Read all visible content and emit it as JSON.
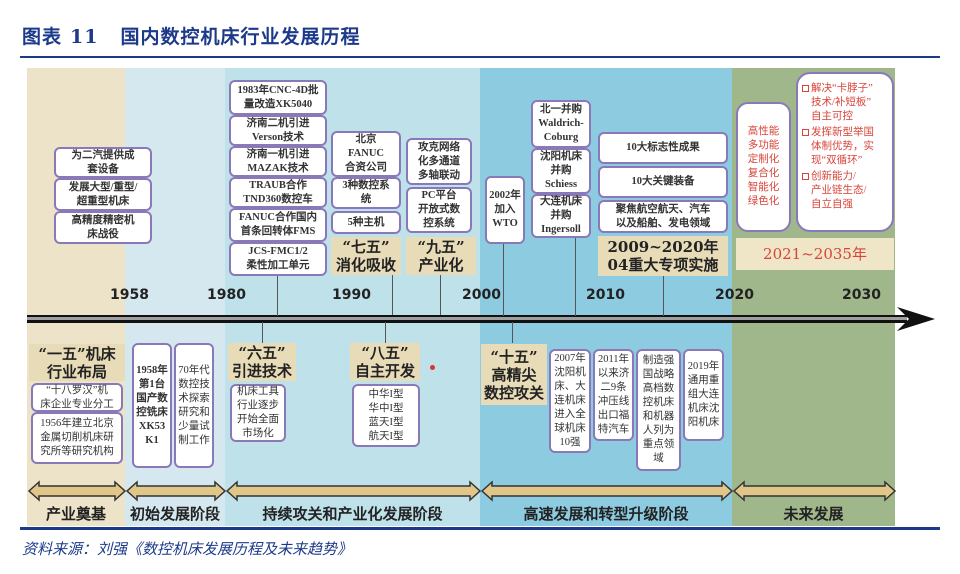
{
  "title": {
    "prefix": "图表",
    "number": "11",
    "text": "国内数控机床行业发展历程"
  },
  "source": "资料来源：刘强《数控机床发展历程及未来趋势》",
  "colors": {
    "title": "#1d3a8a",
    "band1": "#ede3c9",
    "band2": "#d6e8ef",
    "band3": "#bfe1ea",
    "band4": "#8dcbe0",
    "band5": "#9fb78b",
    "box_border": "#8a79b8",
    "label_bg": "#e8dcb8",
    "red_text": "#d9443a"
  },
  "years": [
    "1958",
    "1980",
    "1990",
    "2000",
    "2010",
    "2020",
    "2030"
  ],
  "top": {
    "group_1950s": [
      "为二汽提供成\n套设备",
      "发展大型/重型/\n超重型机床",
      "高精度精密机\n床战役"
    ],
    "group_1980s": [
      "1983年CNC-4D批\n量改造XK5040",
      "济南二机引进\nVerson技术",
      "济南一机引进\nMAZAK技术",
      "TRAUB合作\nTND360数控车",
      "FANUC合作国内\n首条回转体FMS",
      "JCS-FMC1/2\n柔性加工单元"
    ],
    "qiwu": {
      "items": [
        "北京\nFANUC\n合资公司",
        "3种数控系\n统",
        "5种主机"
      ],
      "label": "“七五”\n消化吸收"
    },
    "jiuwu": {
      "items": [
        "攻克网络\n化多通道\n多轴联动",
        "PC平台\n开放式数\n控系统"
      ],
      "label": "“九五”\n产业化"
    },
    "wto": "2002年\n加入\nWTO",
    "mergers": [
      "北一并购\nWaldrich-\nCoburg",
      "沈阳机床\n并购\nSchiess",
      "大连机床\n并购\nIngersoll"
    ],
    "special": {
      "items": [
        "10大标志性成果",
        "10大关键装备",
        "聚焦航空航天、汽车\n以及船舶、发电领域"
      ],
      "label": "2009~2020年\n04重大专项实施"
    },
    "future": {
      "traits": "高性能\n多功能\n定制化\n复合化\n智能化\n绿色化",
      "goals": [
        "解决“卡脖子”\n技术/补短板”\n自主可控",
        "发挥新型举国\n体制优势，实\n现“双循环”",
        "创新能力/\n产业链生态/\n自立自强"
      ],
      "label": "2021~2035年"
    }
  },
  "bottom": {
    "yiwu": {
      "label": "“一五”机床\n行业布局",
      "items": [
        "“十八罗汉”机\n床企业专业分工",
        "1956年建立北京\n金属切削机床研\n究所等研究机构"
      ]
    },
    "box_1958": "1958年\n第1台\n国产数\n控铣床\nXK53\nK1",
    "box_70s": "70年代\n数控技\n术探索\n研究和\n少量试\n制工作",
    "liuwu": {
      "label": "“六五”\n引进技术",
      "item": "机床工具\n行业逐步\n开始全面\n市场化"
    },
    "bawu": {
      "label": "“八五”\n自主开发",
      "item": "中华I型\n华中I型\n蓝天I型\n航天I型"
    },
    "shiwu": {
      "label": "“十五”\n高精尖\n数控攻关"
    },
    "events": [
      "2007年\n沈阳机\n床、大\n连机床\n进入全\n球机床\n10强",
      "2011年\n以来济\n二9条\n冲压线\n出口福\n特汽车",
      "制造强\n国战略\n高档数\n控机床\n和机器\n人列为\n重点领\n域",
      "2019年\n通用重\n组大连\n机床沈\n阳机床"
    ]
  },
  "phases": [
    "产业奠基",
    "初始发展阶段",
    "持续攻关和产业化发展阶段",
    "高速发展和转型升级阶段",
    "未来发展"
  ]
}
